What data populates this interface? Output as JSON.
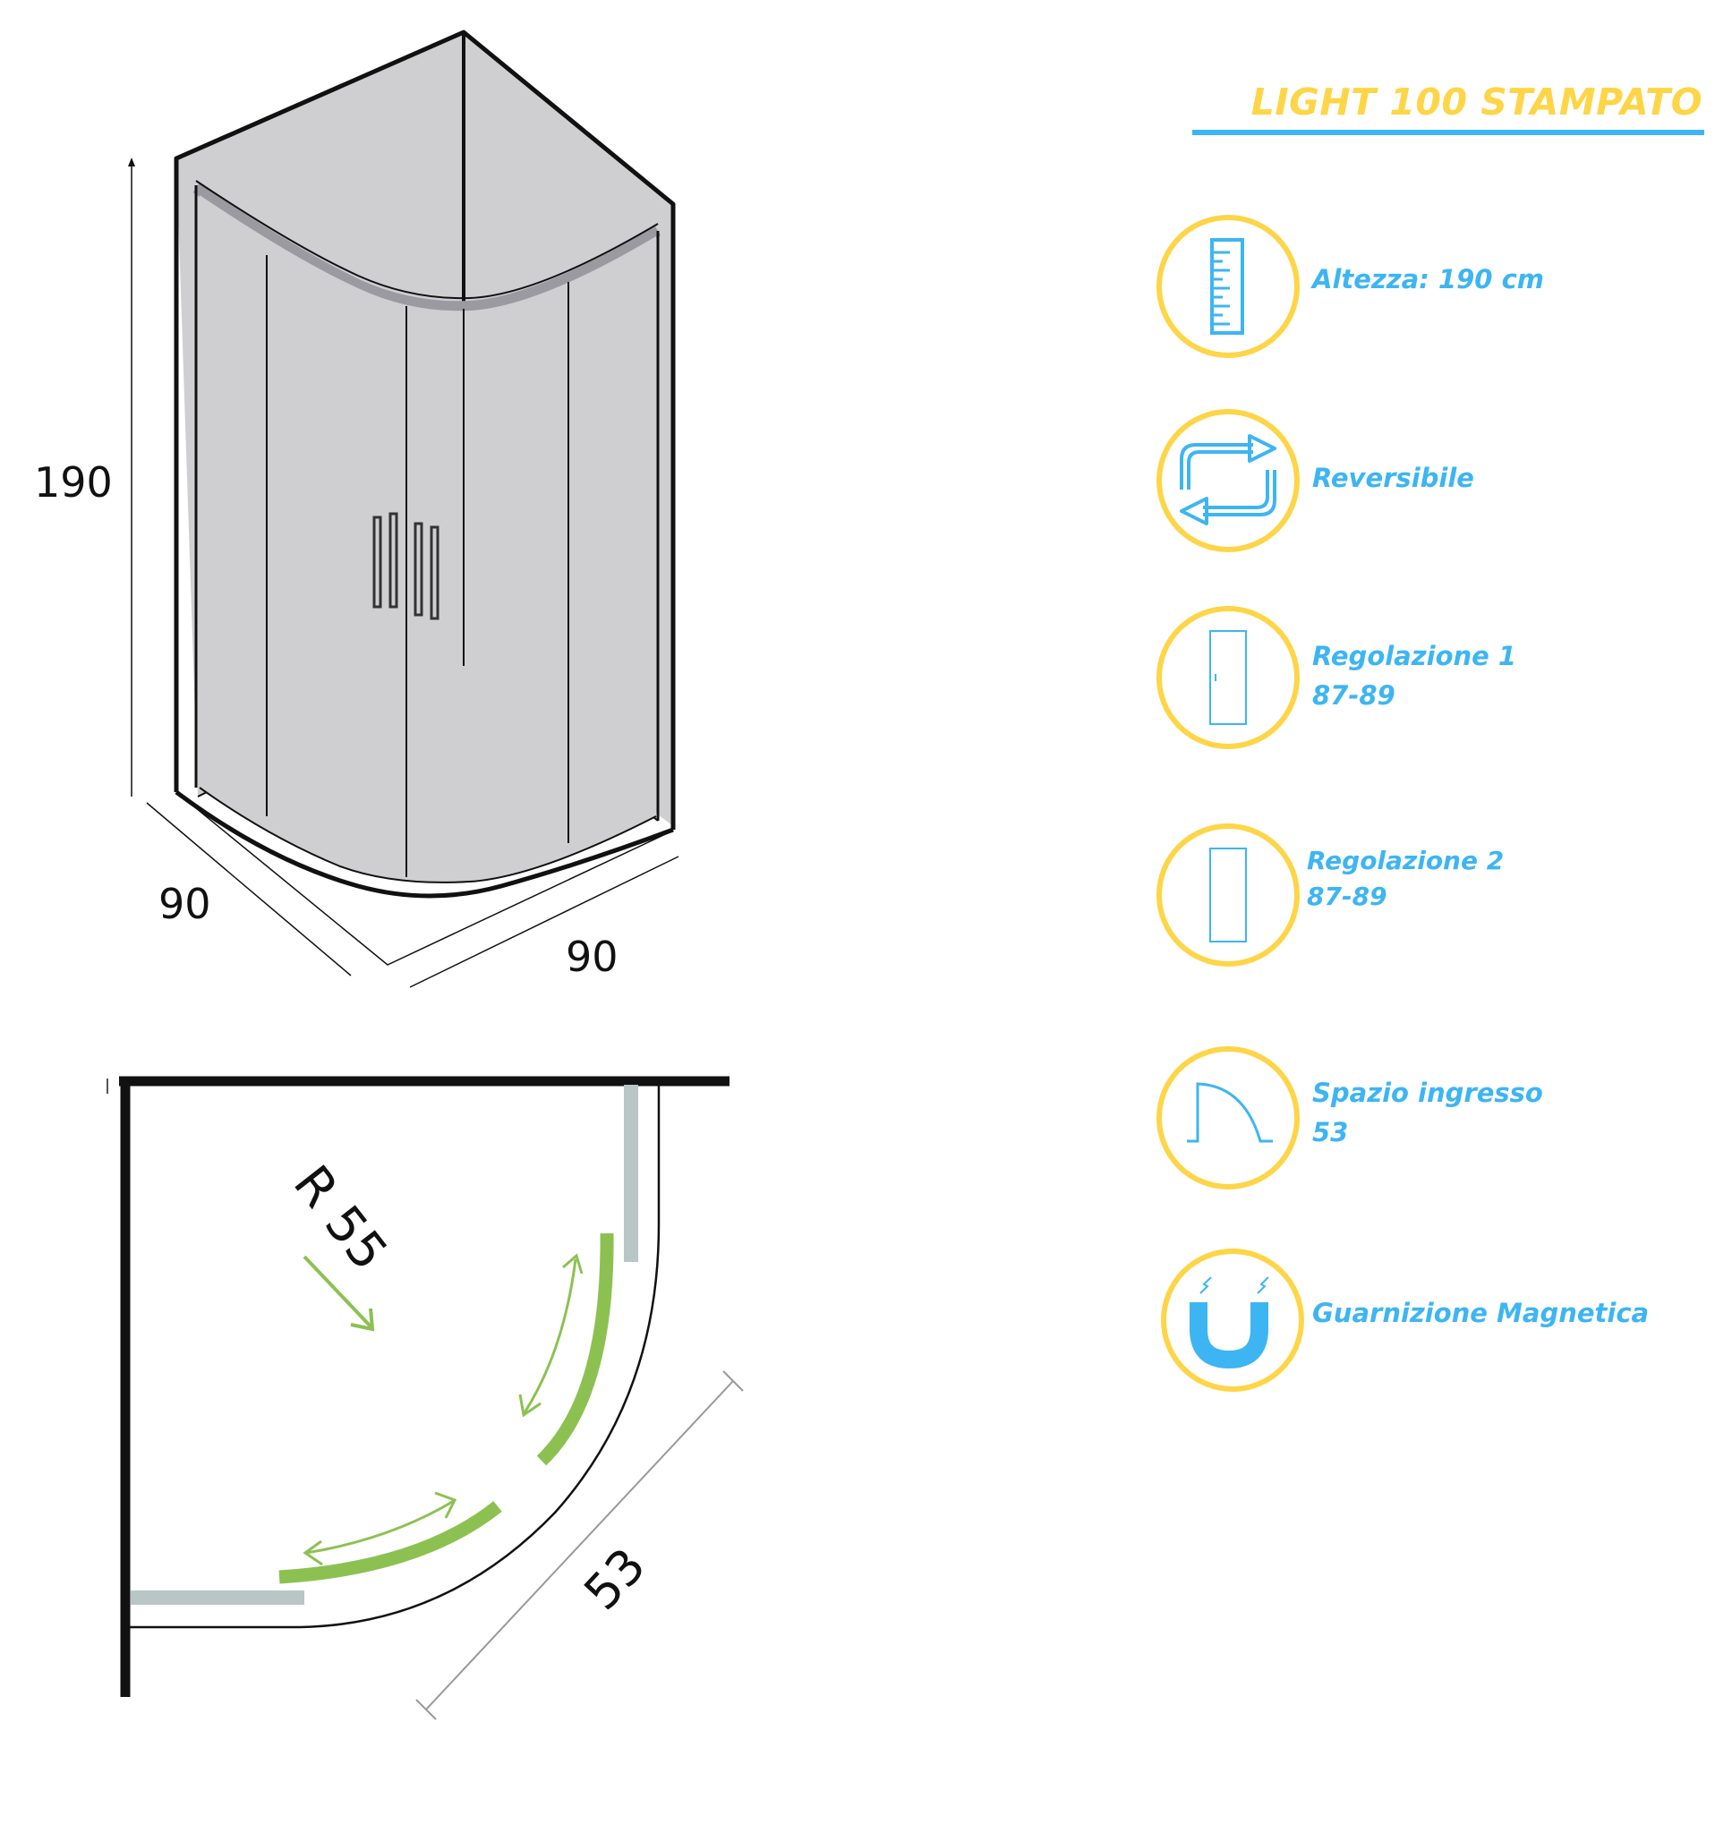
{
  "product": {
    "title": "LIGHT 100 STAMPATO",
    "accent_color": "#3db5f2",
    "badge_color": "#fdd547",
    "features": [
      {
        "icon": "ruler-icon",
        "line1": "Altezza: 190 cm",
        "line2": ""
      },
      {
        "icon": "reverse-arrows-icon",
        "line1": "Reversibile",
        "line2": ""
      },
      {
        "icon": "door-panel-icon",
        "line1": "Regolazione 1",
        "line2": "87-89"
      },
      {
        "icon": "panel-icon",
        "line1": "Regolazione 2",
        "line2": "87-89"
      },
      {
        "icon": "entry-arc-icon",
        "line1": "Spazio ingresso",
        "line2": "53"
      },
      {
        "icon": "magnet-icon",
        "line1": "Guarnizione Magnetica",
        "line2": ""
      }
    ]
  },
  "iso_view": {
    "height_label": "190",
    "depth_label": "90",
    "width_label": "90"
  },
  "plan_view": {
    "radius_label": "R 55",
    "entry_label": "53",
    "door_color": "#8cc152",
    "fixed_panel_color": "#b8c6c5"
  }
}
